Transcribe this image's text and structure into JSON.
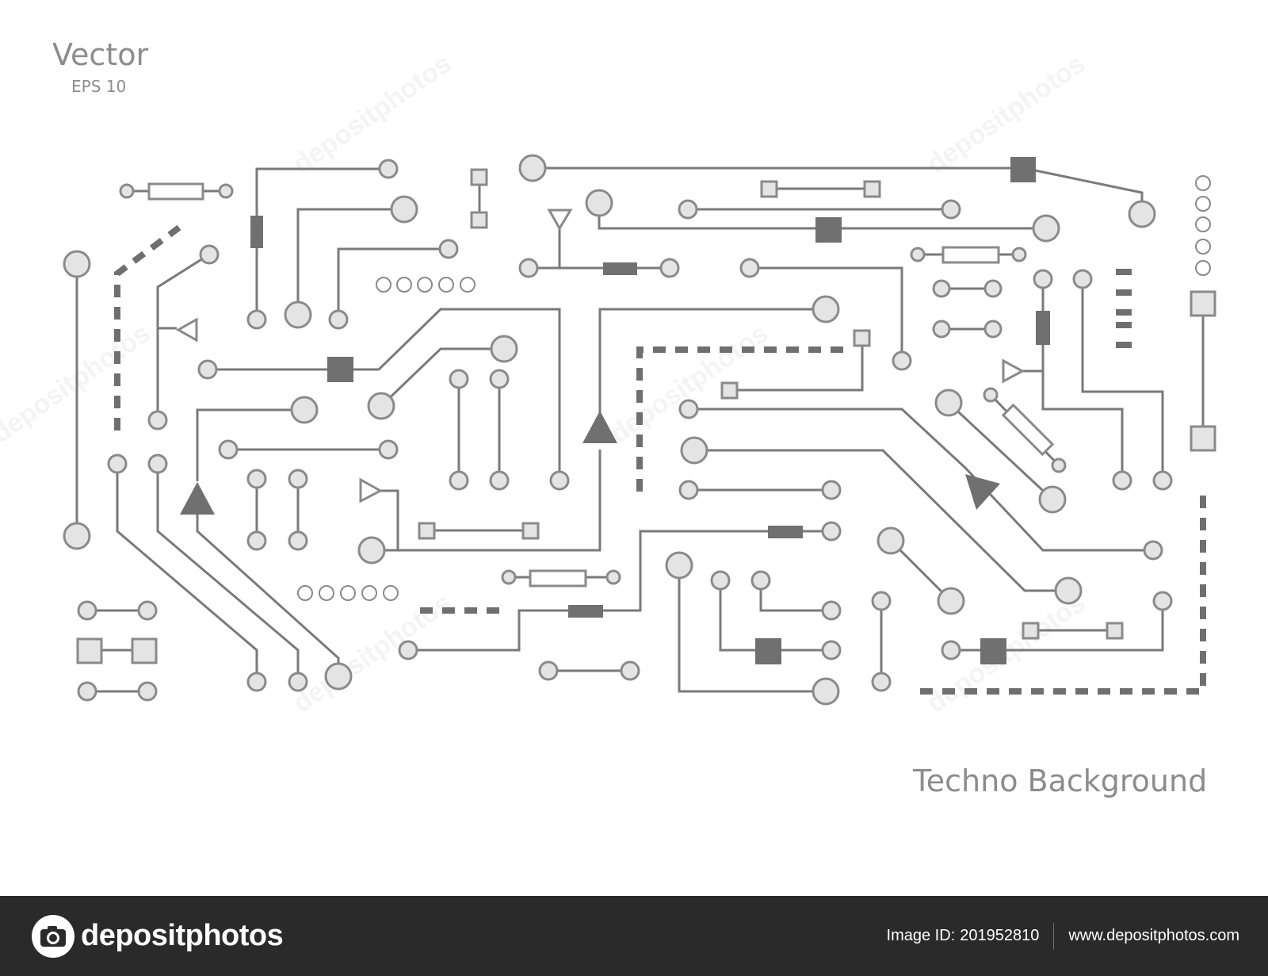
{
  "header": {
    "title": "Vector",
    "subtitle": "EPS 10"
  },
  "caption": "Techno Background",
  "watermark": {
    "text": "depositphotos"
  },
  "footer": {
    "brand": "depositphotos",
    "image_id_label": "Image ID:",
    "image_id": "201952810",
    "website": "www.depositphotos.com"
  },
  "colors": {
    "trace": "#7a7a7a",
    "pad_fill": "#e4e4e4",
    "pad_stroke": "#8a8a8a",
    "footer_bg": "#2a2a2a",
    "text": "#8c8c8c"
  },
  "icons": [
    "camera-logo-icon"
  ]
}
